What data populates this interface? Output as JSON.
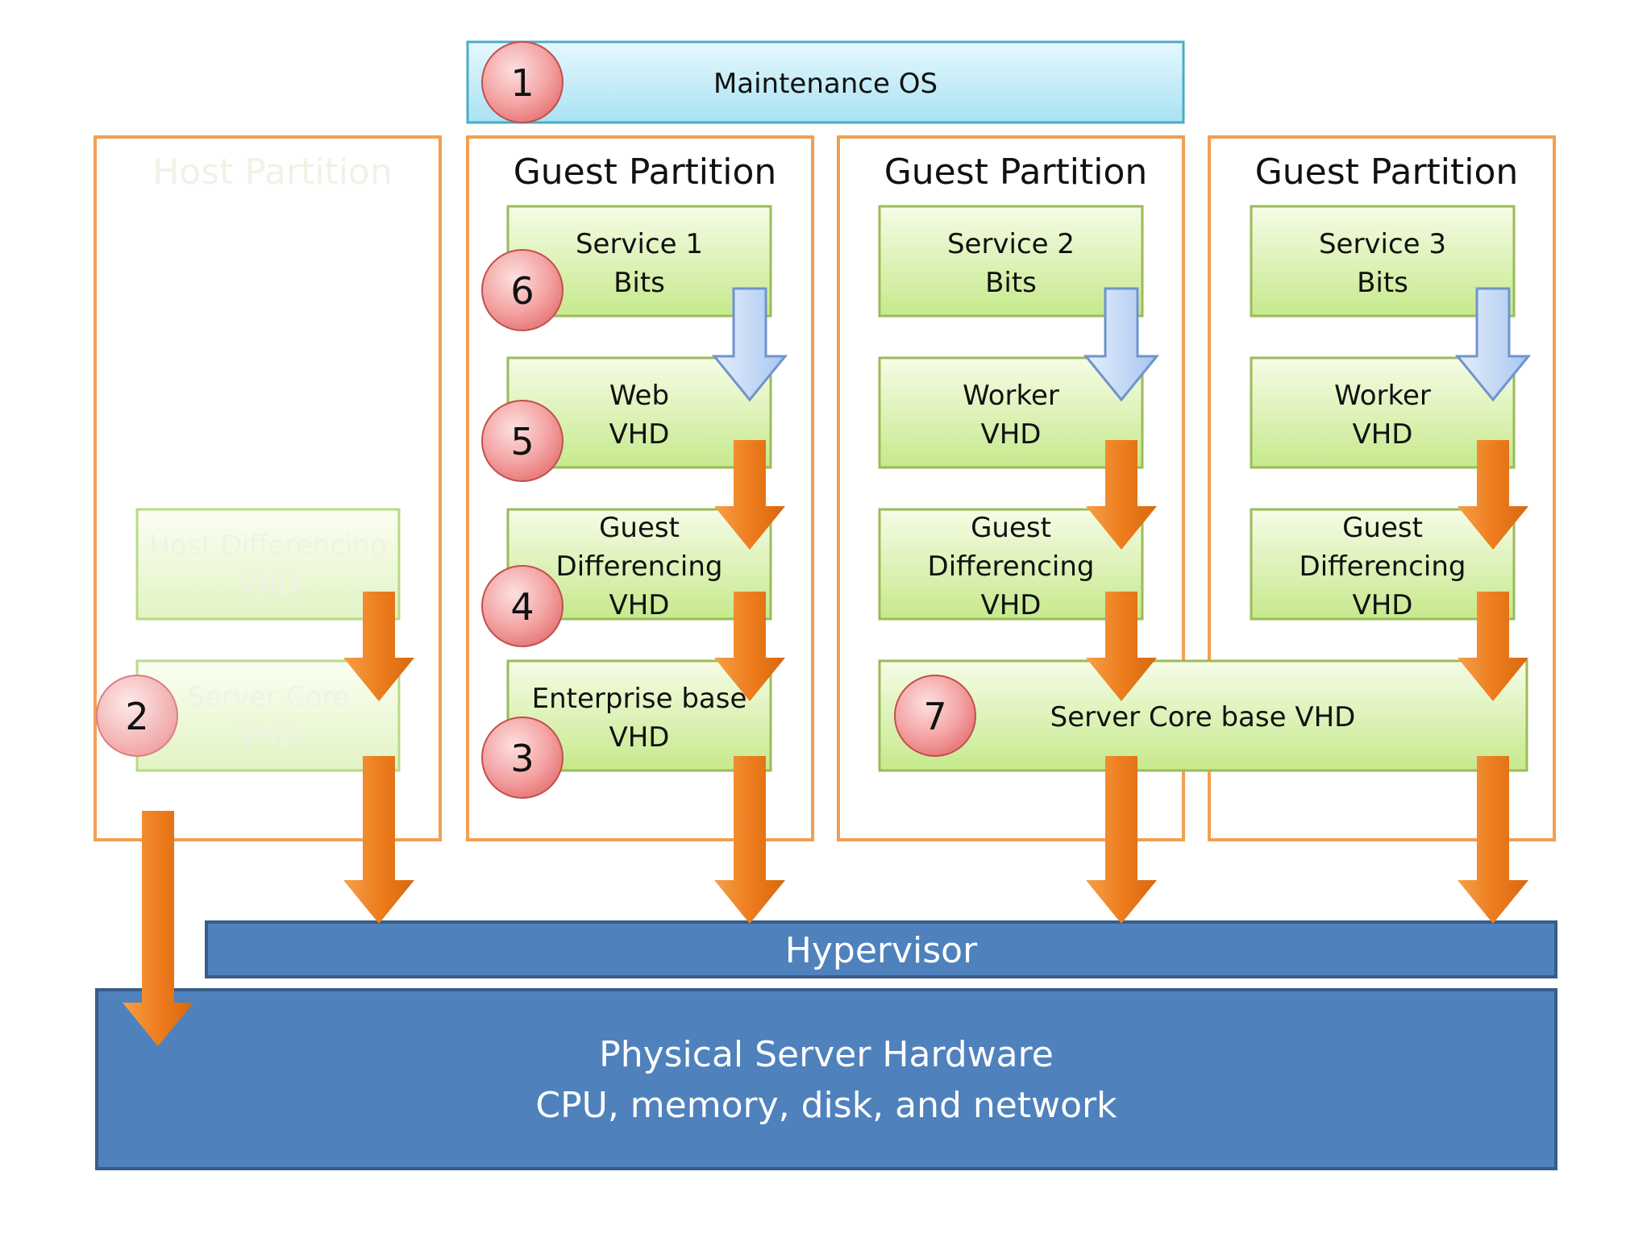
{
  "maintenance_os": {
    "badge": "1",
    "label": "Maintenance OS"
  },
  "host_partition": {
    "title": "Host Partition",
    "differencing_vhd": [
      "Host Differencing",
      "VHD"
    ],
    "server_core_vhd": [
      "Server Core",
      "VHD"
    ],
    "badge": "2"
  },
  "guest_partitions": [
    {
      "title": "Guest Partition",
      "service_bits": [
        "Service 1",
        "Bits"
      ],
      "role_vhd": [
        "Web",
        "VHD"
      ],
      "differencing_vhd": [
        "Guest",
        "Differencing",
        "VHD"
      ],
      "base_vhd": [
        "Enterprise base",
        "VHD"
      ],
      "badges": {
        "service_bits": "6",
        "role_vhd": "5",
        "differencing_vhd": "4",
        "base_vhd": "3"
      }
    },
    {
      "title": "Guest Partition",
      "service_bits": [
        "Service 2",
        "Bits"
      ],
      "role_vhd": [
        "Worker",
        "VHD"
      ],
      "differencing_vhd": [
        "Guest",
        "Differencing",
        "VHD"
      ]
    },
    {
      "title": "Guest Partition",
      "service_bits": [
        "Service 3",
        "Bits"
      ],
      "role_vhd": [
        "Worker",
        "VHD"
      ],
      "differencing_vhd": [
        "Guest",
        "Differencing",
        "VHD"
      ]
    }
  ],
  "shared_base_vhd": {
    "badge": "7",
    "label": "Server Core base VHD"
  },
  "hypervisor": {
    "label": "Hypervisor"
  },
  "hardware": {
    "line1": "Physical Server Hardware",
    "line2": "CPU, memory, disk, and network"
  },
  "colors": {
    "partition_border": "#f0a050",
    "vhd_fill_top": "#f4fbe2",
    "vhd_fill_bottom": "#c8ea8e",
    "arrow_orange": "#ed7d1e",
    "arrow_blue": "#a9c6ef",
    "hypervisor_fill": "#4f81bd",
    "badge_fill": "#f08a8a",
    "maintenance_fill": "#c9eef8"
  },
  "icons": {
    "numbered_badge": "red-circle-badge",
    "flow_arrow": "down-arrow-icon"
  }
}
